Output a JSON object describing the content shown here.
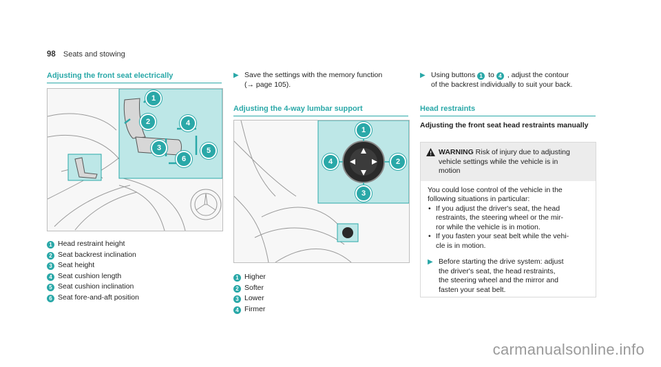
{
  "page": {
    "number": "98",
    "title": "Seats and stowing"
  },
  "col1": {
    "heading": "Adjusting the front seat electrically",
    "callouts": [
      "1",
      "2",
      "3",
      "4",
      "5",
      "6"
    ],
    "items": [
      {
        "n": "1",
        "text": "Head restraint height"
      },
      {
        "n": "2",
        "text": "Seat backrest inclination"
      },
      {
        "n": "3",
        "text": "Seat height"
      },
      {
        "n": "4",
        "text": "Seat cushion length"
      },
      {
        "n": "5",
        "text": "Seat cushion inclination"
      },
      {
        "n": "6",
        "text": "Seat fore-and-aft position"
      }
    ]
  },
  "col2": {
    "step_line1": "Save the settings with the memory function",
    "step_line2": "(→ page 105).",
    "heading": "Adjusting the 4-way lumbar support",
    "callouts": [
      "1",
      "2",
      "3",
      "4"
    ],
    "items": [
      {
        "n": "1",
        "text": "Higher"
      },
      {
        "n": "2",
        "text": "Softer"
      },
      {
        "n": "3",
        "text": "Lower"
      },
      {
        "n": "4",
        "text": "Firmer"
      }
    ]
  },
  "col3": {
    "step_pre": "Using buttons",
    "step_n1": "1",
    "step_to": "to",
    "step_n2": "4",
    "step_post": ", adjust the contour",
    "step_line2": "of the backrest individually to suit your back.",
    "heading": "Head restraints",
    "subheading": "Adjusting the front seat head restraints manually",
    "warning": {
      "label": "WARNING",
      "headline1": "Risk of injury due to adjusting",
      "headline2": "vehicle settings while the vehicle is in",
      "headline3": "motion",
      "intro1": "You could lose control of the vehicle in the",
      "intro2": "following situations in particular:",
      "bullet1_l1": "If you adjust the driver's seat, the head",
      "bullet1_l2": "restraints, the steering wheel or the mir-",
      "bullet1_l3": "ror while the vehicle is in motion.",
      "bullet2_l1": "If you fasten your seat belt while the vehi-",
      "bullet2_l2": "cle is in motion.",
      "action_l1": "Before starting the drive system: adjust",
      "action_l2": "the driver's seat, the head restraints,",
      "action_l3": "the steering wheel and the mirror and",
      "action_l4": "fasten your seat belt."
    }
  },
  "watermark": "carmanualsonline.info",
  "colors": {
    "accent": "#2aa8a8",
    "panel": "#bde7e7"
  }
}
